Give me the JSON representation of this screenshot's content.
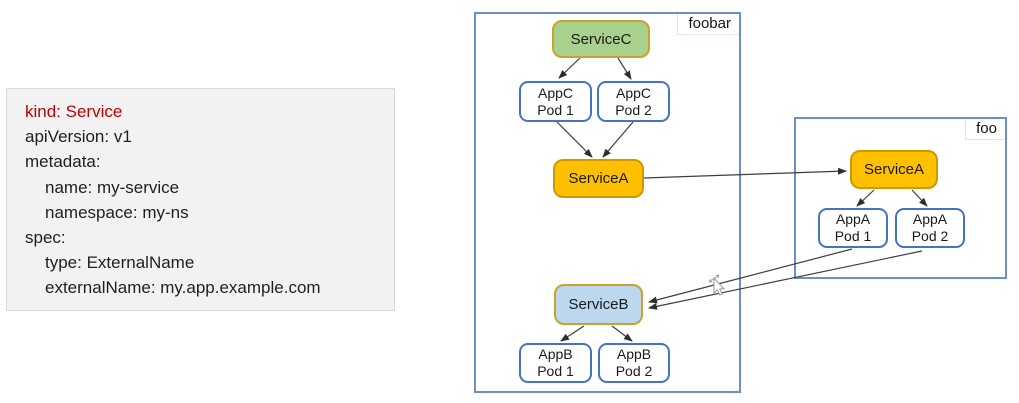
{
  "yaml_panel": {
    "lines": [
      {
        "text": "kind: Service",
        "indent": 0,
        "color": "red"
      },
      {
        "text": "apiVersion: v1",
        "indent": 0,
        "color": "default"
      },
      {
        "text": "metadata:",
        "indent": 0,
        "color": "default"
      },
      {
        "text": "name: my-service",
        "indent": 1,
        "color": "default"
      },
      {
        "text": "namespace: my-ns",
        "indent": 1,
        "color": "default"
      },
      {
        "text": "spec:",
        "indent": 0,
        "color": "default"
      },
      {
        "text": "type: ExternalName",
        "indent": 1,
        "color": "default"
      },
      {
        "text": "externalName: my.app.example.com",
        "indent": 1,
        "color": "default"
      }
    ]
  },
  "diagram": {
    "foobar": {
      "label": "foobar"
    },
    "foo": {
      "label": "foo"
    },
    "nodes": {
      "serviceC": {
        "label": "ServiceC"
      },
      "serviceA_foobar": {
        "label": "ServiceA"
      },
      "serviceB": {
        "label": "ServiceB"
      },
      "serviceA_foo": {
        "label": "ServiceA"
      },
      "appC_pod1": {
        "line1": "AppC",
        "line2": "Pod 1"
      },
      "appC_pod2": {
        "line1": "AppC",
        "line2": "Pod 2"
      },
      "appB_pod1": {
        "line1": "AppB",
        "line2": "Pod 1"
      },
      "appB_pod2": {
        "line1": "AppB",
        "line2": "Pod 2"
      },
      "appA_pod1": {
        "line1": "AppA",
        "line2": "Pod 1"
      },
      "appA_pod2": {
        "line1": "AppA",
        "line2": "Pod 2"
      }
    }
  },
  "colors": {
    "yaml_key_red": "#c00000",
    "panel_bg": "#f2f2f2",
    "namespace_border": "#6a8fcb",
    "pod_border": "#4472c4",
    "service_gold_border": "#c9a227",
    "serviceA_fill": "#ffc000",
    "serviceB_fill": "#bdd7ee",
    "serviceC_fill": "#a9d18e",
    "edge_color": "#3d3d3d"
  }
}
